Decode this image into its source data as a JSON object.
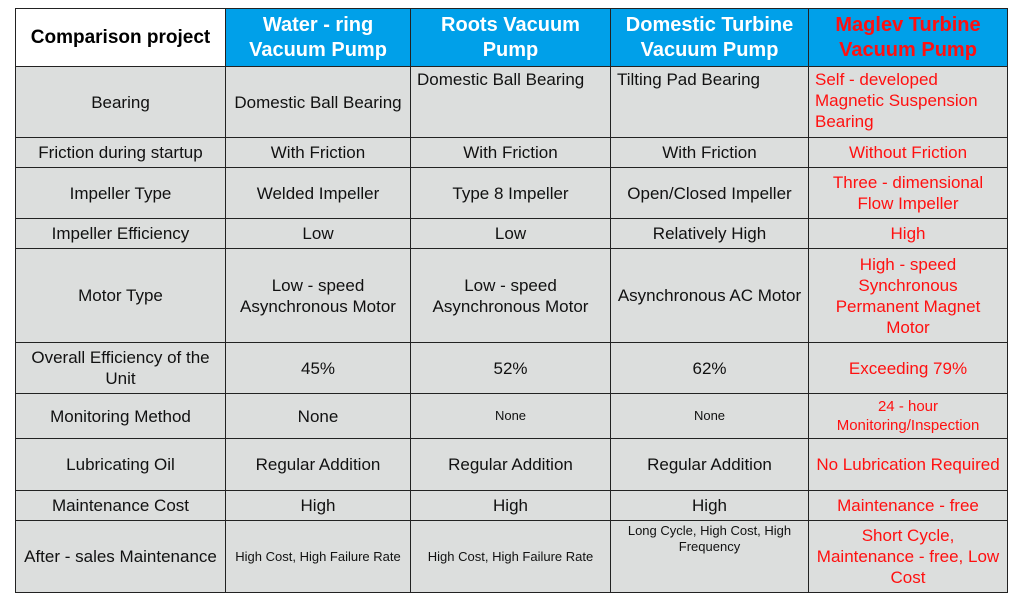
{
  "headers": [
    "Comparison project",
    "Water - ring Vacuum Pump",
    "Roots Vacuum Pump",
    "Domestic Turbine Vacuum Pump",
    "Maglev Turbine Vacuum Pump"
  ],
  "rows": [
    [
      "Bearing",
      "Domestic Ball Bearing",
      "Domestic Ball Bearing",
      "Tilting Pad Bearing",
      "Self - developed Magnetic Suspension Bearing"
    ],
    [
      "Friction during startup",
      "With Friction",
      "With Friction",
      "With Friction",
      "Without Friction"
    ],
    [
      "Impeller Type",
      "Welded Impeller",
      "Type 8 Impeller",
      "Open/Closed Impeller",
      "Three - dimensional Flow Impeller"
    ],
    [
      "Impeller Efficiency",
      "Low",
      "Low",
      "Relatively High",
      "High"
    ],
    [
      "Motor Type",
      "Low - speed Asynchronous Motor",
      "Low - speed Asynchronous Motor",
      "Asynchronous AC Motor",
      "High - speed Synchronous Permanent Magnet Motor"
    ],
    [
      "Overall Efficiency of the Unit",
      "45%",
      "52%",
      "62%",
      "Exceeding 79%"
    ],
    [
      "Monitoring Method",
      "None",
      "None",
      "None",
      "24 - hour Monitoring/Inspection"
    ],
    [
      "Lubricating Oil",
      "Regular Addition",
      "Regular Addition",
      "Regular Addition",
      "No Lubrication Required"
    ],
    [
      "Maintenance Cost",
      "High",
      "High",
      "High",
      "Maintenance - free"
    ],
    [
      "After - sales Maintenance",
      "High Cost, High Failure Rate",
      "High Cost, High Failure Rate",
      "Long Cycle, High Cost, High Frequency",
      "Short Cycle, Maintenance - free, Low Cost"
    ]
  ],
  "colors": {
    "header_bg": "#00a0e9",
    "cell_bg": "#dcdedd",
    "highlight": "#ff1010"
  }
}
